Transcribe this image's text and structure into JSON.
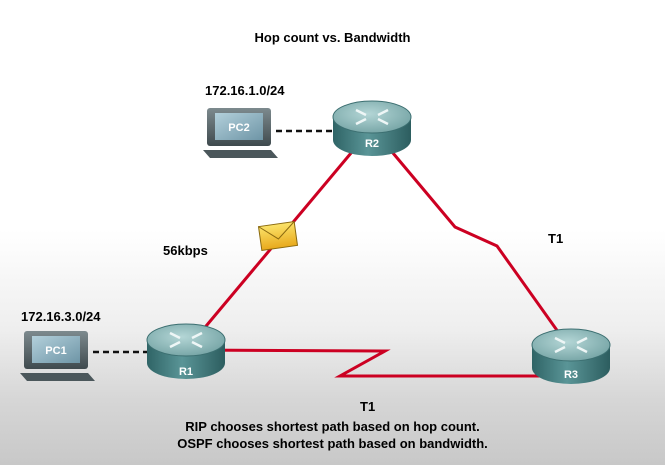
{
  "title": "Hop count vs. Bandwidth",
  "nodes": {
    "r1": "R1",
    "r2": "R2",
    "r3": "R3",
    "pc1": "PC1",
    "pc2": "PC2"
  },
  "networks": {
    "pc1_subnet": "172.16.3.0/24",
    "pc2_subnet": "172.16.1.0/24"
  },
  "links": {
    "r1_r2": "56kbps",
    "r2_r3": "T1",
    "r1_r3": "T1"
  },
  "caption": {
    "line1": "RIP chooses shortest path based on hop count.",
    "line2": "OSPF chooses shortest path based on bandwidth."
  },
  "colors": {
    "link": "#cc0022",
    "router_body": "#4f8a8c",
    "router_top": "#8bbcbd",
    "pc_screen": "#8fb3c3",
    "envelope": "#f2c12e"
  }
}
